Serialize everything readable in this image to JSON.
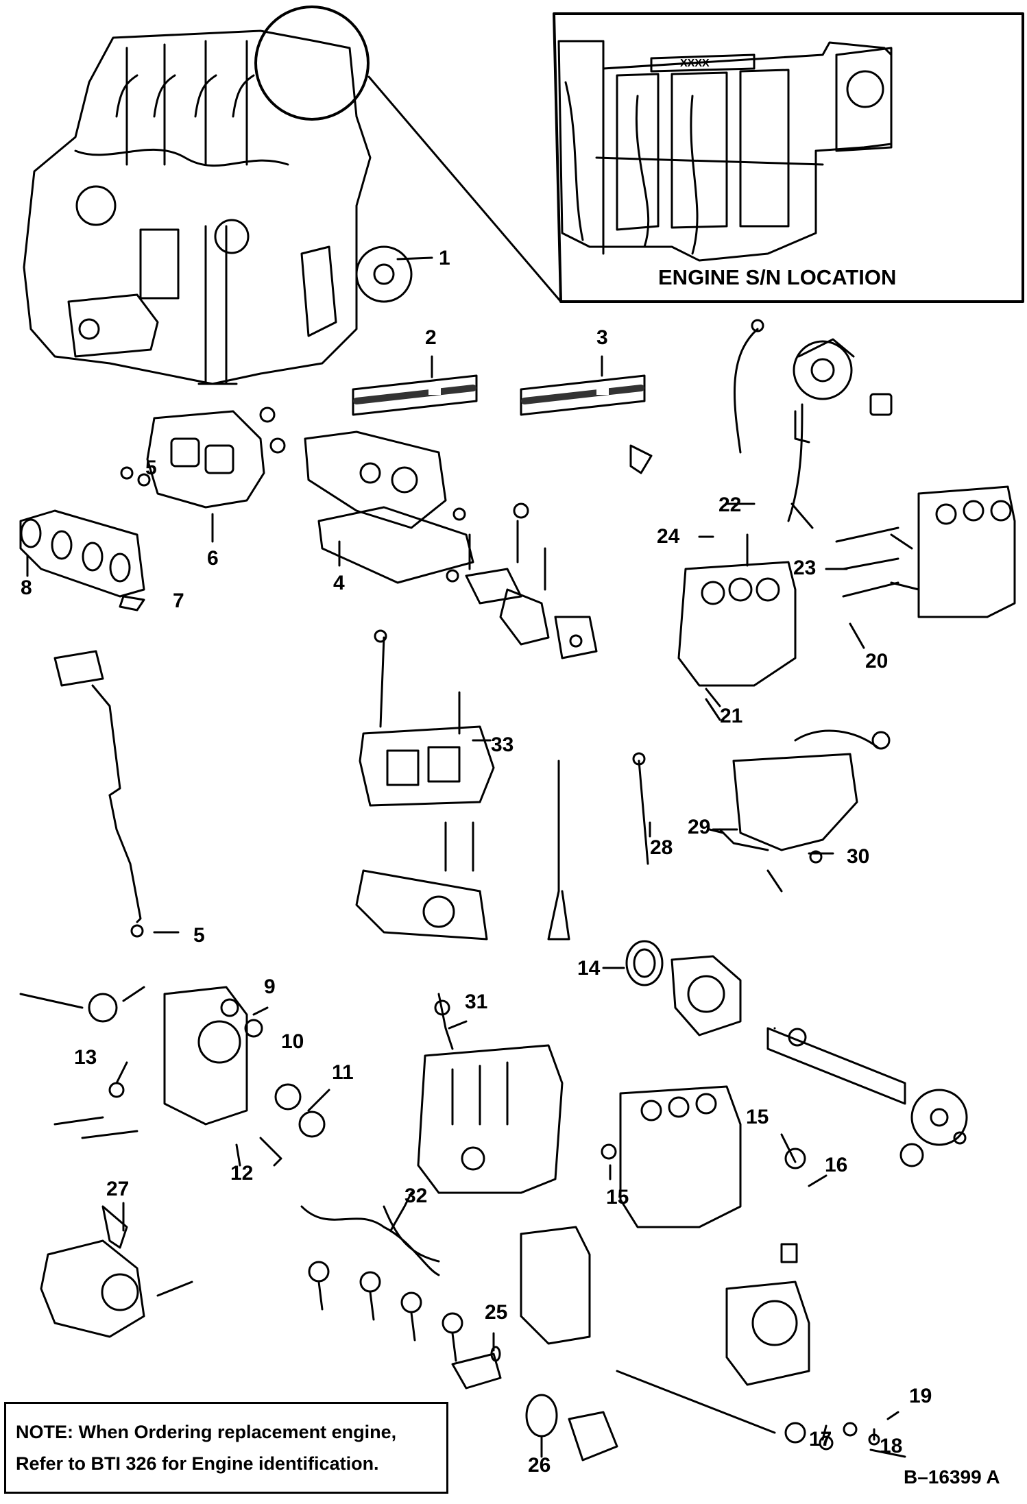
{
  "inset": {
    "caption": "ENGINE S/N LOCATION",
    "stamp": "XXXX"
  },
  "callouts": {
    "c1": "1",
    "c2": "2",
    "c3": "3",
    "c4": "4",
    "c5a": "5",
    "c5b": "5",
    "c6": "6",
    "c7": "7",
    "c8": "8",
    "c9": "9",
    "c10": "10",
    "c11": "11",
    "c12": "12",
    "c13": "13",
    "c14": "14",
    "c15a": "15",
    "c15b": "15",
    "c16": "16",
    "c17": "17",
    "c18": "18",
    "c19": "19",
    "c20": "20",
    "c21": "21",
    "c22": "22",
    "c23": "23",
    "c24": "24",
    "c25": "25",
    "c26": "26",
    "c27": "27",
    "c28": "28",
    "c29": "29",
    "c30": "30",
    "c31": "31",
    "c32": "32",
    "c33": "33"
  },
  "note": {
    "line1": "NOTE: When Ordering replacement engine,",
    "line2": "Refer to BTI 326 for Engine identification."
  },
  "figure_id": "B–16399 A"
}
